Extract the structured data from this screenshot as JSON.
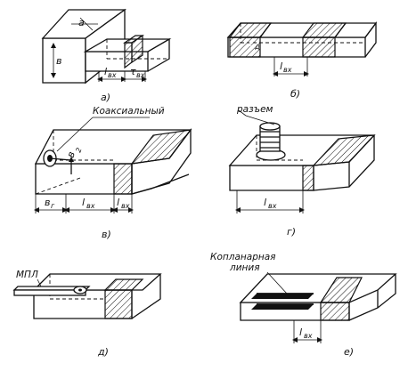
{
  "panels": {
    "a": {
      "caption": "а)",
      "dim_a": "a",
      "dim_b": "в",
      "len": "l",
      "sub_len": "вх",
      "tau": "τ",
      "sub_tau": "вх"
    },
    "b": {
      "caption": "б)",
      "eps": "ε",
      "sub_eps": "д",
      "len": "l",
      "sub_len": "вх"
    },
    "v": {
      "caption": "в)",
      "annotation": "Коаксиальный",
      "dim_bg": "в",
      "sub_bg": "г",
      "len1": "l",
      "sub_len1": "вх",
      "len2": "l",
      "sub_len2": "вх",
      "dim_v2": "в",
      "sub_v2": "2"
    },
    "g": {
      "caption": "г)",
      "annotation": "разъем",
      "len": "l",
      "sub_len": "вх"
    },
    "d": {
      "caption": "д)",
      "annotation": "МПЛ"
    },
    "e": {
      "caption": "е)",
      "annotation_line1": "Копланарная",
      "annotation_line2": "линия",
      "len": "l",
      "sub_len": "вх"
    }
  }
}
